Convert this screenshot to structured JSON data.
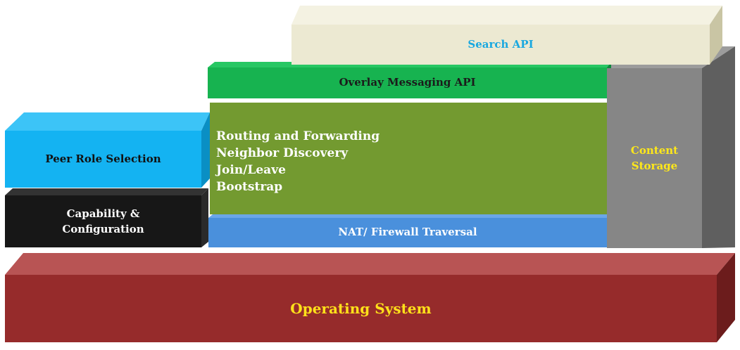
{
  "layers": {
    "search_api": "Search API",
    "overlay_messaging_api": "Overlay Messaging API",
    "routing_lines": [
      "Routing and Forwarding",
      "Neighbor Discovery",
      "Join/Leave",
      "Bootstrap"
    ],
    "nat_firewall": "NAT/ Firewall Traversal",
    "content_storage": [
      "Content",
      "Storage"
    ],
    "peer_role_selection": "Peer Role Selection",
    "capability_configuration": [
      "Capability &",
      "Configuration"
    ],
    "operating_system": "Operating System"
  },
  "colors": {
    "search_api": "#ece9d2",
    "overlay_messaging_api": "#17b350",
    "routing": "#739a30",
    "nat_firewall": "#4a90dc",
    "content_storage": "#868686",
    "peer_role_selection": "#14b3f2",
    "capability_configuration": "#171717",
    "operating_system": "#962b2b"
  }
}
